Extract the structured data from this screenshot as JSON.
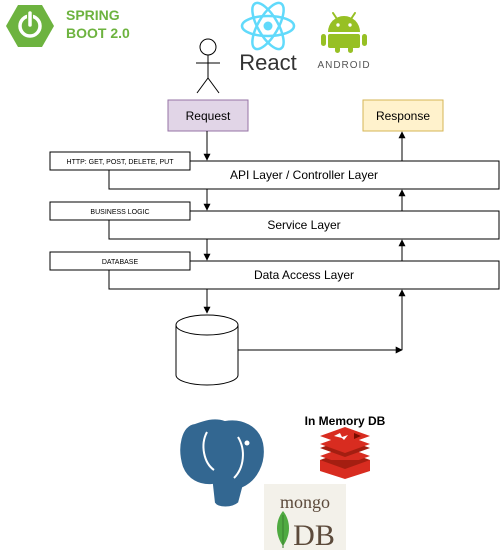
{
  "logos": {
    "spring": {
      "line1": "SPRING",
      "line2": "BOOT 2.0",
      "color": "#6db33f",
      "text_color": "#6db33f"
    },
    "react": {
      "label": "React",
      "color": "#61dafb"
    },
    "android": {
      "label": "ANDROID",
      "color": "#97c024"
    },
    "memory_db_label": "In Memory DB",
    "mongo": {
      "word": "mongo",
      "db": "DB",
      "leaf_color": "#4faa41"
    },
    "postgres_color": "#336791",
    "redis_color": "#d82c20"
  },
  "flow": {
    "request": "Request",
    "response": "Response",
    "request_fill": "#e1d5e7",
    "request_stroke": "#9673a6",
    "response_fill": "#fff2cc",
    "response_stroke": "#d6b656"
  },
  "layers": [
    {
      "name": "API Layer / Controller Layer",
      "tag": "HTTP: GET, POST, DELETE, PUT"
    },
    {
      "name": "Service Layer",
      "tag": "BUSINESS LOGIC"
    },
    {
      "name": "Data Access Layer",
      "tag": "DATABASE"
    }
  ]
}
